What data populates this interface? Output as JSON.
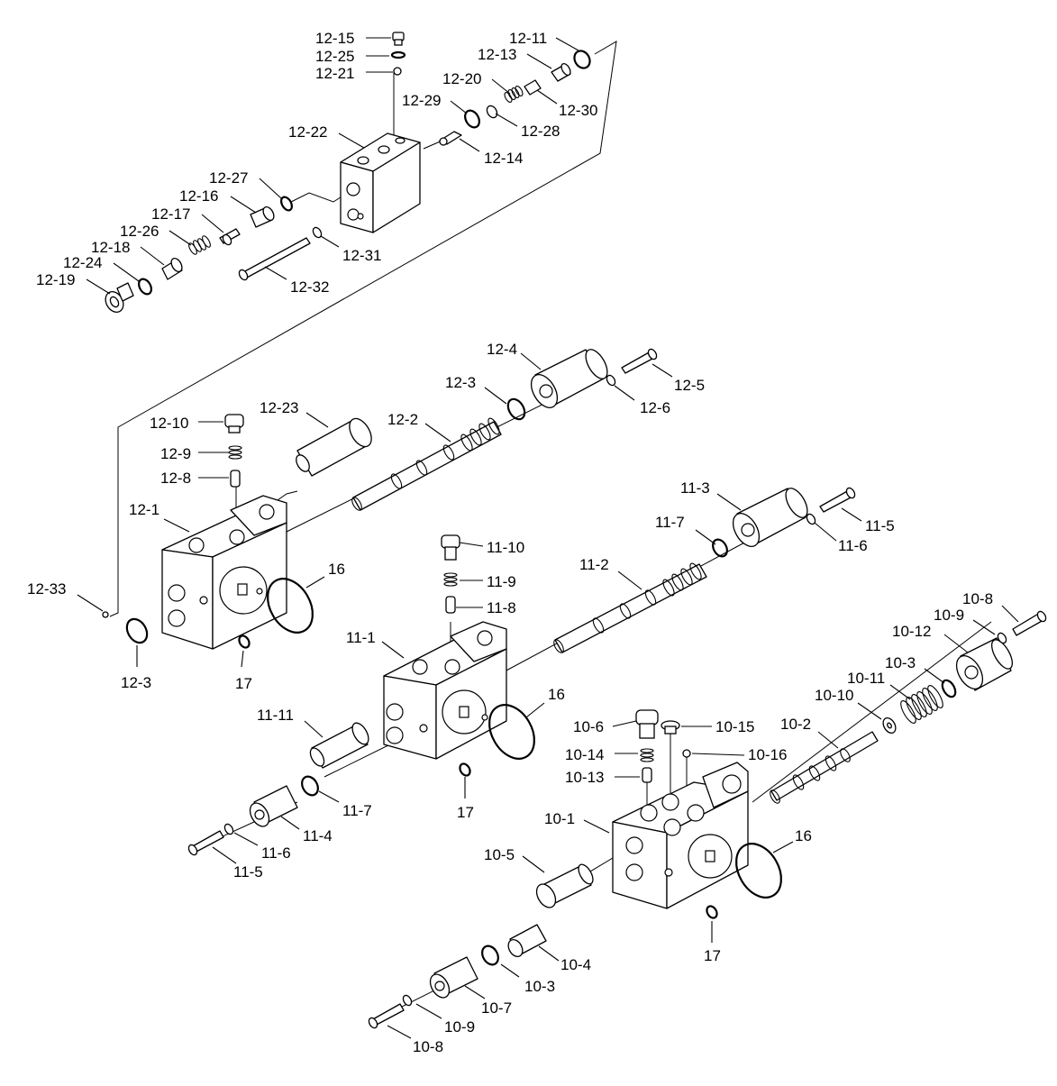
{
  "labels": [
    {
      "id": "12-15",
      "text": "12-15"
    },
    {
      "id": "12-25",
      "text": "12-25"
    },
    {
      "id": "12-21",
      "text": "12-21"
    },
    {
      "id": "12-11",
      "text": "12-11"
    },
    {
      "id": "12-13",
      "text": "12-13"
    },
    {
      "id": "12-20",
      "text": "12-20"
    },
    {
      "id": "12-30",
      "text": "12-30"
    },
    {
      "id": "12-29",
      "text": "12-29"
    },
    {
      "id": "12-28",
      "text": "12-28"
    },
    {
      "id": "12-22",
      "text": "12-22"
    },
    {
      "id": "12-14",
      "text": "12-14"
    },
    {
      "id": "12-27",
      "text": "12-27"
    },
    {
      "id": "12-16",
      "text": "12-16"
    },
    {
      "id": "12-17",
      "text": "12-17"
    },
    {
      "id": "12-26",
      "text": "12-26"
    },
    {
      "id": "12-18",
      "text": "12-18"
    },
    {
      "id": "12-24",
      "text": "12-24"
    },
    {
      "id": "12-19",
      "text": "12-19"
    },
    {
      "id": "12-31",
      "text": "12-31"
    },
    {
      "id": "12-32",
      "text": "12-32"
    },
    {
      "id": "12-4",
      "text": "12-4"
    },
    {
      "id": "12-5",
      "text": "12-5"
    },
    {
      "id": "12-3a",
      "text": "12-3"
    },
    {
      "id": "12-6",
      "text": "12-6"
    },
    {
      "id": "12-23",
      "text": "12-23"
    },
    {
      "id": "12-10",
      "text": "12-10"
    },
    {
      "id": "12-2",
      "text": "12-2"
    },
    {
      "id": "12-9",
      "text": "12-9"
    },
    {
      "id": "12-8",
      "text": "12-8"
    },
    {
      "id": "12-1",
      "text": "12-1"
    },
    {
      "id": "12-33",
      "text": "12-33"
    },
    {
      "id": "12-3b",
      "text": "12-3"
    },
    {
      "id": "16a",
      "text": "16"
    },
    {
      "id": "17a",
      "text": "17"
    },
    {
      "id": "11-3",
      "text": "11-3"
    },
    {
      "id": "11-7a",
      "text": "11-7"
    },
    {
      "id": "11-5a",
      "text": "11-5"
    },
    {
      "id": "11-6a",
      "text": "11-6"
    },
    {
      "id": "11-10",
      "text": "11-10"
    },
    {
      "id": "11-2",
      "text": "11-2"
    },
    {
      "id": "11-9",
      "text": "11-9"
    },
    {
      "id": "11-8",
      "text": "11-8"
    },
    {
      "id": "11-1",
      "text": "11-1"
    },
    {
      "id": "16b",
      "text": "16"
    },
    {
      "id": "11-11",
      "text": "11-11"
    },
    {
      "id": "11-7b",
      "text": "11-7"
    },
    {
      "id": "17b",
      "text": "17"
    },
    {
      "id": "11-4",
      "text": "11-4"
    },
    {
      "id": "11-6b",
      "text": "11-6"
    },
    {
      "id": "11-5b",
      "text": "11-5"
    },
    {
      "id": "10-8a",
      "text": "10-8"
    },
    {
      "id": "10-9a",
      "text": "10-9"
    },
    {
      "id": "10-12",
      "text": "10-12"
    },
    {
      "id": "10-3a",
      "text": "10-3"
    },
    {
      "id": "10-11",
      "text": "10-11"
    },
    {
      "id": "10-10",
      "text": "10-10"
    },
    {
      "id": "10-2",
      "text": "10-2"
    },
    {
      "id": "10-6",
      "text": "10-6"
    },
    {
      "id": "10-15",
      "text": "10-15"
    },
    {
      "id": "10-14",
      "text": "10-14"
    },
    {
      "id": "10-16",
      "text": "10-16"
    },
    {
      "id": "10-13",
      "text": "10-13"
    },
    {
      "id": "10-1",
      "text": "10-1"
    },
    {
      "id": "16c",
      "text": "16"
    },
    {
      "id": "10-5",
      "text": "10-5"
    },
    {
      "id": "17c",
      "text": "17"
    },
    {
      "id": "10-4",
      "text": "10-4"
    },
    {
      "id": "10-3b",
      "text": "10-3"
    },
    {
      "id": "10-7",
      "text": "10-7"
    },
    {
      "id": "10-9b",
      "text": "10-9"
    },
    {
      "id": "10-8b",
      "text": "10-8"
    }
  ]
}
